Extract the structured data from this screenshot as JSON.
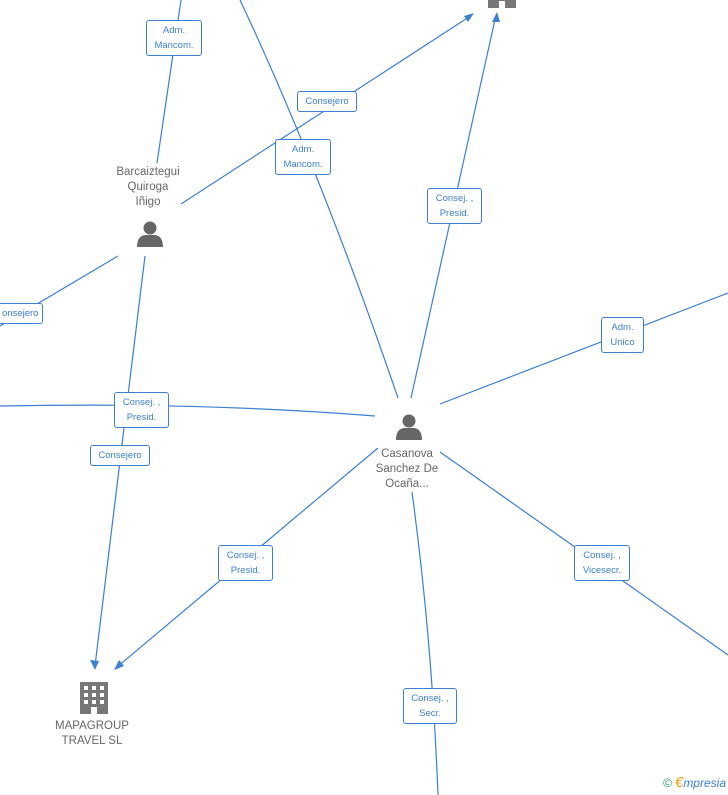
{
  "nodes": {
    "barcaiztegui": {
      "name": "Barcaiztegui\nQuiroga\nIñigo",
      "icon": "person-icon"
    },
    "casanova": {
      "name": "Casanova\nSanchez De\nOcaña...",
      "icon": "person-icon"
    },
    "mapagroup": {
      "name": "MAPAGROUP\nTRAVEL  SL",
      "icon": "building-icon"
    },
    "top_company": {
      "name": "",
      "icon": "building-icon"
    }
  },
  "edges": [
    {
      "label": "Adm.\nMancom."
    },
    {
      "label": "Consejero"
    },
    {
      "label": "Adm.\nMancom."
    },
    {
      "label": "Consej. ,\nPresid."
    },
    {
      "label": "Adm.\nUnico"
    },
    {
      "label": "onsejero"
    },
    {
      "label": "Consej. ,\nPresid."
    },
    {
      "label": "Consejero"
    },
    {
      "label": "Consej. ,\nPresid."
    },
    {
      "label": "Consej. ,\nVicesecr."
    },
    {
      "label": "Consej. ,\nSecr."
    }
  ],
  "brand": {
    "copyright": "©",
    "initial": "€",
    "name": "mpresia"
  },
  "colors": {
    "edge": "#3b7fd0",
    "node_icon": "#666666",
    "building_icon": "#777777"
  }
}
